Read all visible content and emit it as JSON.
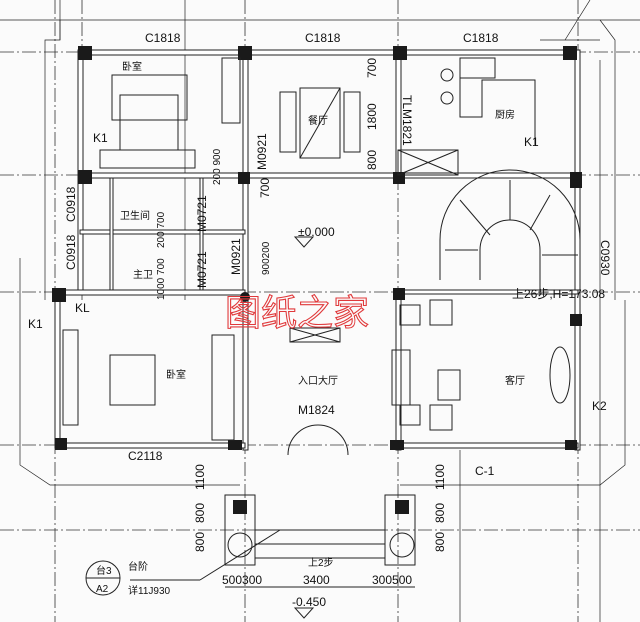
{
  "windows": {
    "top_left": "C1818",
    "top_mid": "C1818",
    "top_right": "C1818",
    "bottom_left": "C2118",
    "bottom_right": "C-1",
    "left_upper": "C0918",
    "left_lower": "C0918",
    "right": "C0930"
  },
  "doors": {
    "dining": "M0921",
    "kitchen": "TLM1821",
    "bath1": "M0721",
    "bath2": "M0721",
    "hall_side": "M0921",
    "entrance": "M1824"
  },
  "rooms": {
    "bedroom_top": "卧室",
    "dining": "餐厅",
    "kitchen": "厨房",
    "bathroom": "卫生间",
    "master_bath": "主卫",
    "bedroom_bottom": "卧室",
    "entrance_hall": "入口大厅",
    "living": "客厅"
  },
  "markers": {
    "k1_a": "K1",
    "k1_b": "K1",
    "k1_c": "K1",
    "kl": "KL",
    "k2": "K2"
  },
  "levels": {
    "floor": "±0.000",
    "outside": "-0.450"
  },
  "stair_note": "上26步,H=173.08",
  "steps_note": "上2步",
  "dimensions": {
    "d700": "700",
    "d1800": "1800",
    "d800": "800",
    "d200_900": "200 900",
    "d700b": "700",
    "d200_700": "200 700",
    "d900_200": "900200",
    "d1000_700": "1000 700",
    "left_1100": "1100",
    "left_800a": "800",
    "left_800b": "800",
    "right_1100": "1100",
    "right_800a": "800",
    "right_800b": "800",
    "b500_300": "500300",
    "b3400": "3400",
    "b300_500": "300500"
  },
  "detail_ref": {
    "num": "台3",
    "sheet": "A2",
    "label": "台阶",
    "ref": "详11J930"
  },
  "watermark": "图纸之家",
  "colors": {
    "line": "#222222",
    "watermark": "#e0393b",
    "background": "#fbfbfb"
  }
}
